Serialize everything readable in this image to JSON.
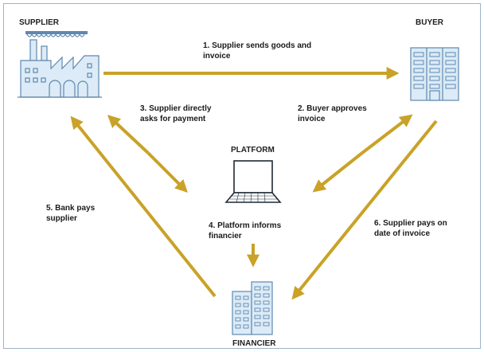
{
  "nodes": {
    "supplier": "SUPPLIER",
    "buyer": "BUYER",
    "platform": "PLATFORM",
    "financier": "FINANCIER"
  },
  "steps": {
    "step1": [
      "1. Supplier sends goods and",
      "invoice"
    ],
    "step2": [
      "2. Buyer approves",
      "invoice"
    ],
    "step3": [
      "3. Supplier directly",
      "asks for payment"
    ],
    "step4": [
      "4. Platform informs",
      "financier"
    ],
    "step5": [
      "5. Bank pays",
      "supplier"
    ],
    "step6": [
      "6. Supplier pays on",
      "date of invoice"
    ]
  },
  "colors": {
    "arrow": "#c9a227",
    "icon_fill": "#dcebf7",
    "icon_stroke": "#5e88b0",
    "frame": "#9db3c9"
  },
  "icons": {
    "supplier": "factory-icon",
    "buyer": "office-building-icon",
    "platform": "laptop-icon",
    "financier": "skyscraper-icon"
  }
}
